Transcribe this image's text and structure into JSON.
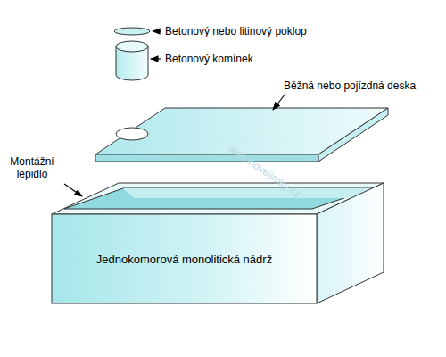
{
  "diagram": {
    "nodes": [
      {
        "text": [
          "Jednokomorová monolitická nádrž"
        ]
      }
    ],
    "labels": [
      "Betonový nebo litinový poklop",
      "Betonový komínek",
      "Běžná nebo pojízdná deska",
      "Montážní lepidlo",
      "ibetonovejimky.cz"
    ]
  }
}
